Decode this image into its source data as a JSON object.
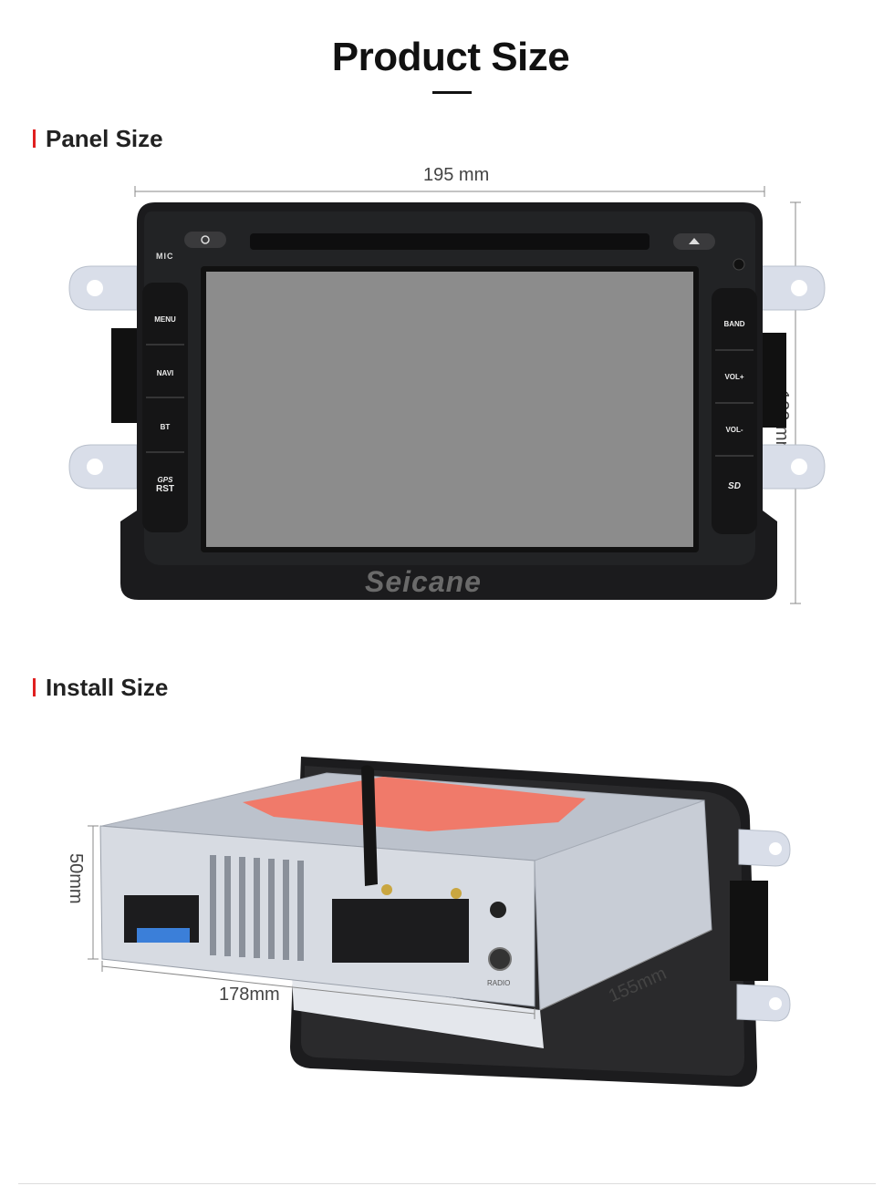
{
  "page": {
    "title": "Product Size"
  },
  "panel_section": {
    "heading": "Panel Size",
    "width_label": "195 mm",
    "height_label": "122 mm",
    "buttons_left": [
      "MENU",
      "NAVI",
      "BT",
      "GPS",
      "RST"
    ],
    "buttons_right": [
      "BAND",
      "VOL+",
      "VOL-",
      "SD"
    ],
    "mic_label": "MIC",
    "brand": "Seicane"
  },
  "install_section": {
    "heading": "Install Size",
    "height_label": "50mm",
    "width_label": "178mm",
    "depth_label": "155mm",
    "port_label": "RADIO"
  },
  "colors": {
    "accent": "#e02020",
    "screen": "#8c8c8c",
    "bezel": "#1b1b1d",
    "bracket": "#d8dde8"
  }
}
